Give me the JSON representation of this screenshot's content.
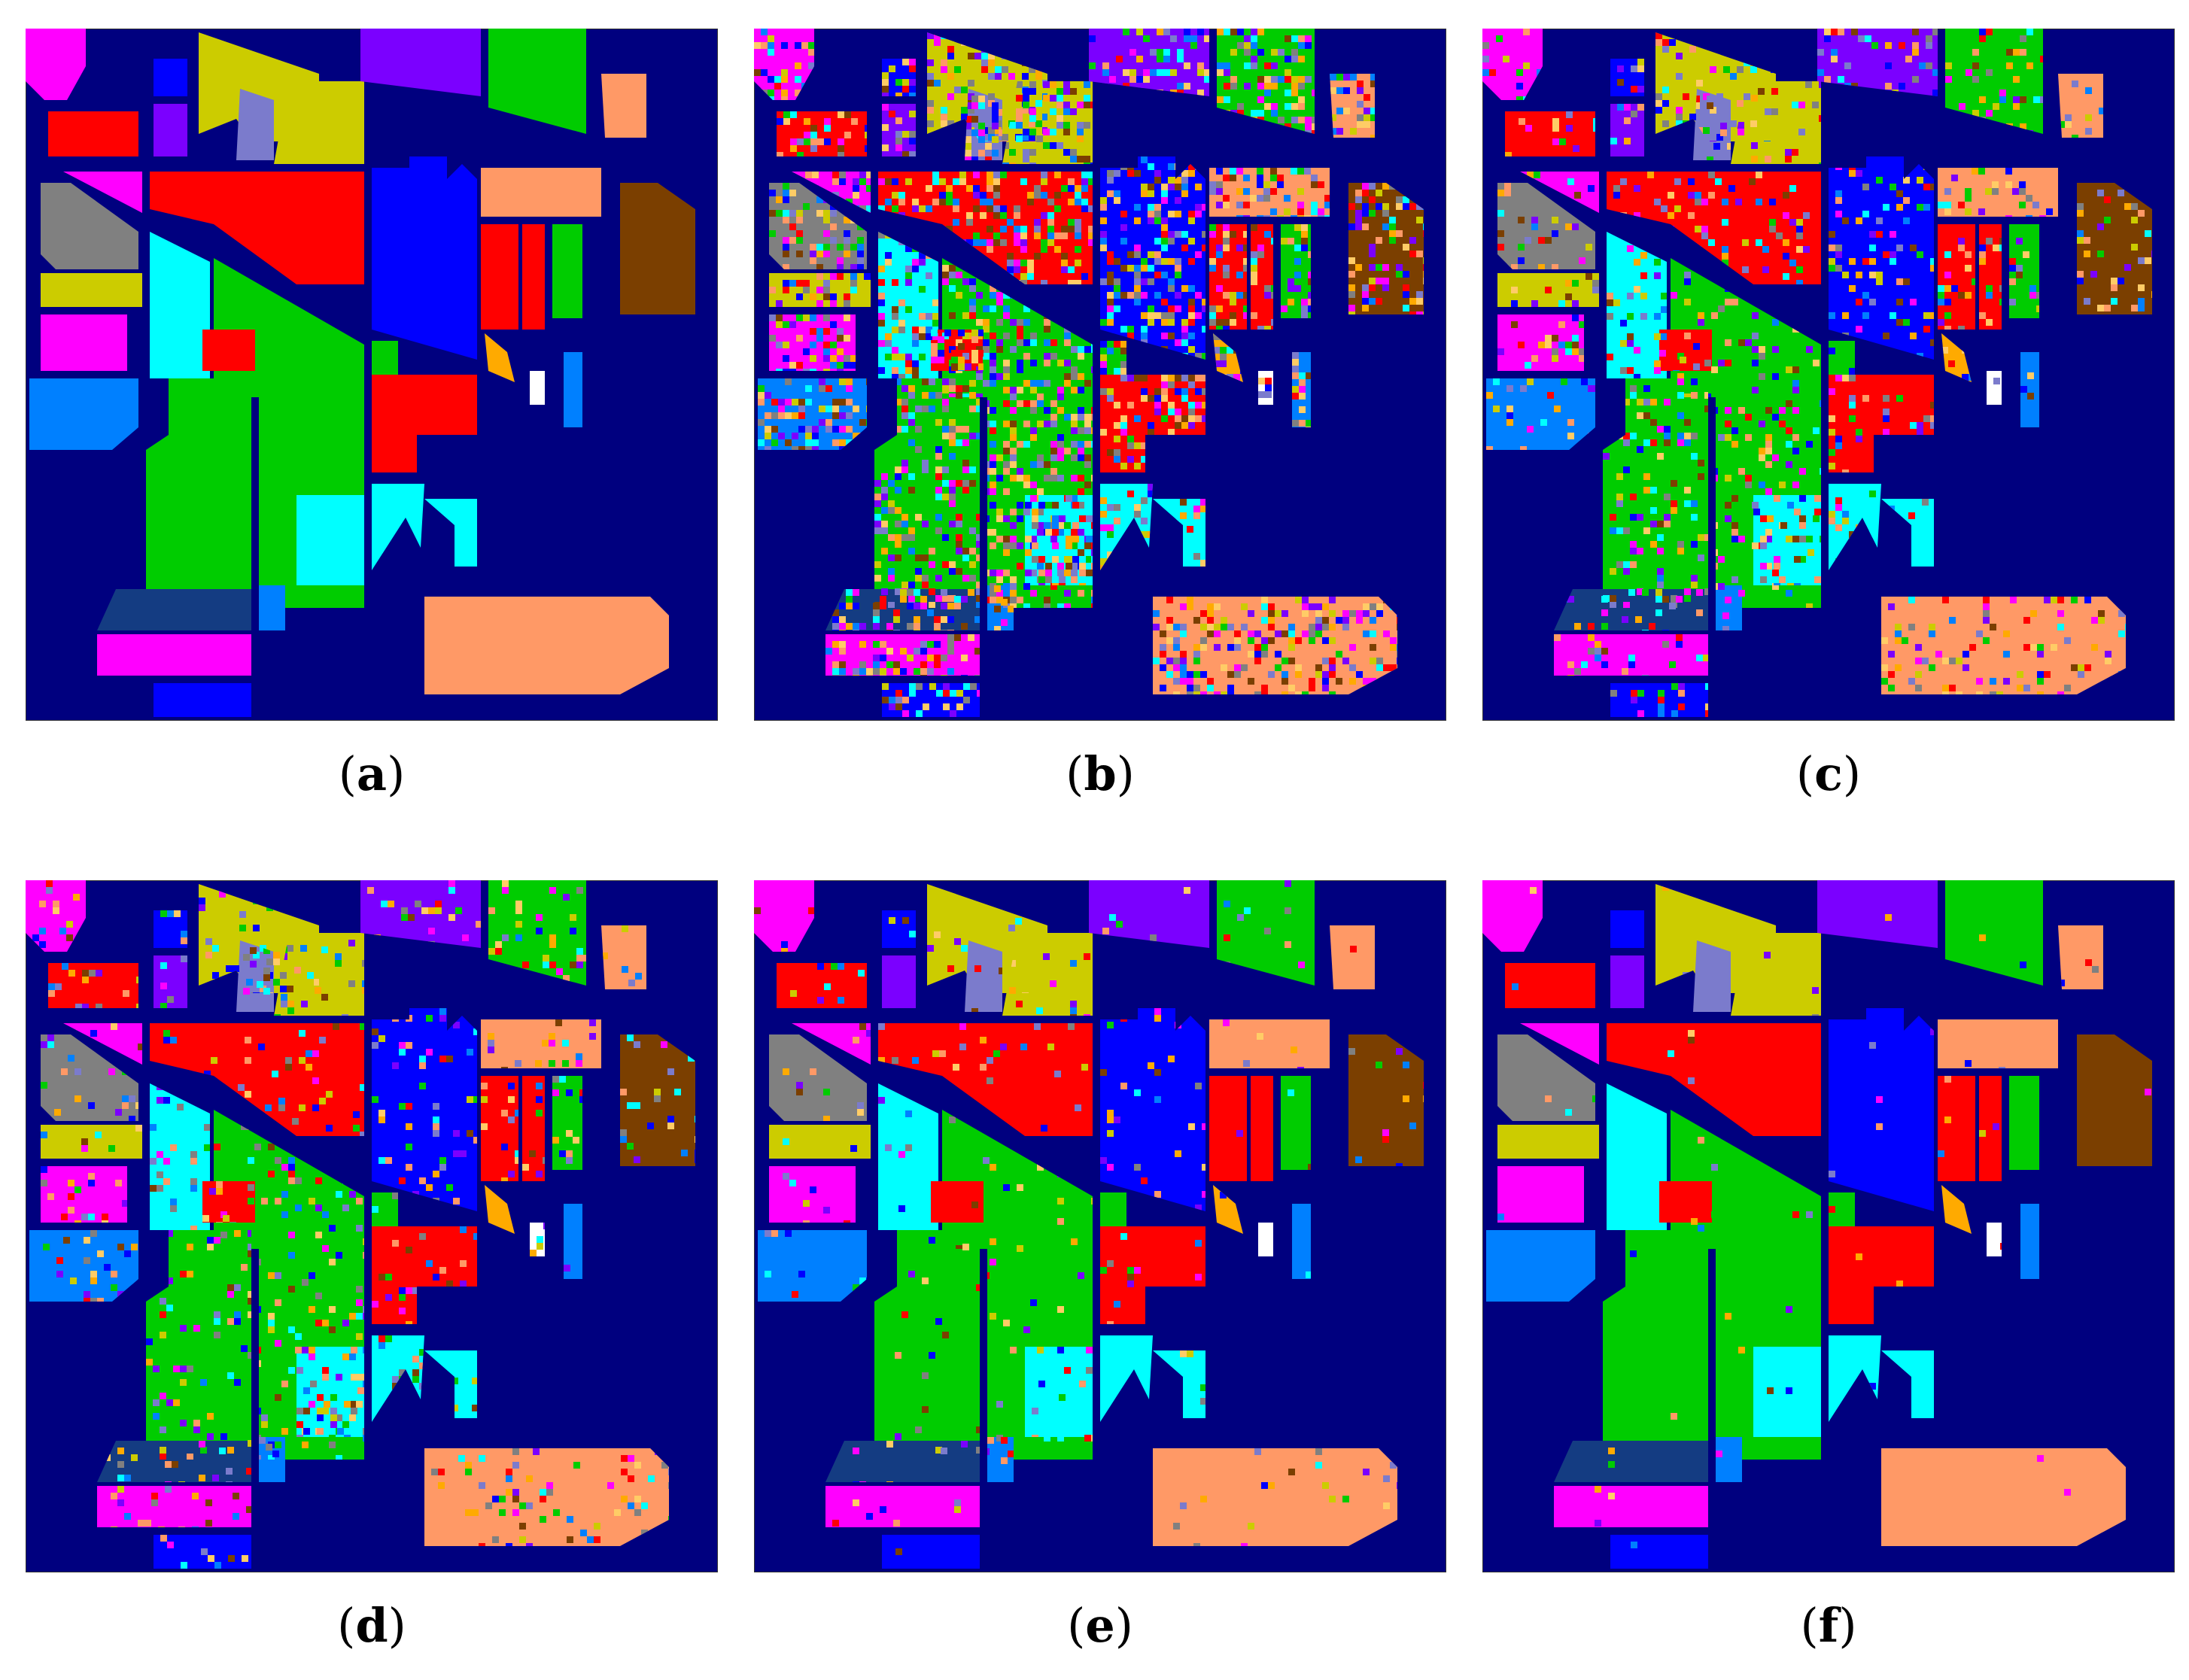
{
  "colors": {
    "background": "#00007F",
    "class_1_alfalfa": "#FF00FF",
    "class_2_corn_notill": "#FF0000",
    "class_3_corn_mintill": "#CCCC00",
    "class_4_corn": "#7B00FF",
    "class_5_grass_pasture": "#FFFFFF",
    "class_6_grass_trees": "#00FFFF",
    "class_7_grass_pasture_mowed": "#FFCC66",
    "class_8_hay_windrowed": "#808080",
    "class_9_oats": "#0000FF",
    "class_10_soybean_notill": "#FF00FF",
    "class_11_soybean_mintill": "#00CC00",
    "class_12_soybean_clean": "#7B7BCC",
    "class_13_wheat": "#0080FF",
    "class_14_woods": "#FF9966",
    "class_15_buildings": "#7B3F00",
    "class_16_stone_steel": "#FFAA00"
  },
  "panels": [
    {
      "caption": "a",
      "noise": 0.0
    },
    {
      "caption": "b",
      "noise": 0.38
    },
    {
      "caption": "c",
      "noise": 0.17
    },
    {
      "caption": "d",
      "noise": 0.13
    },
    {
      "caption": "e",
      "noise": 0.05
    },
    {
      "caption": "f",
      "noise": 0.01
    }
  ]
}
